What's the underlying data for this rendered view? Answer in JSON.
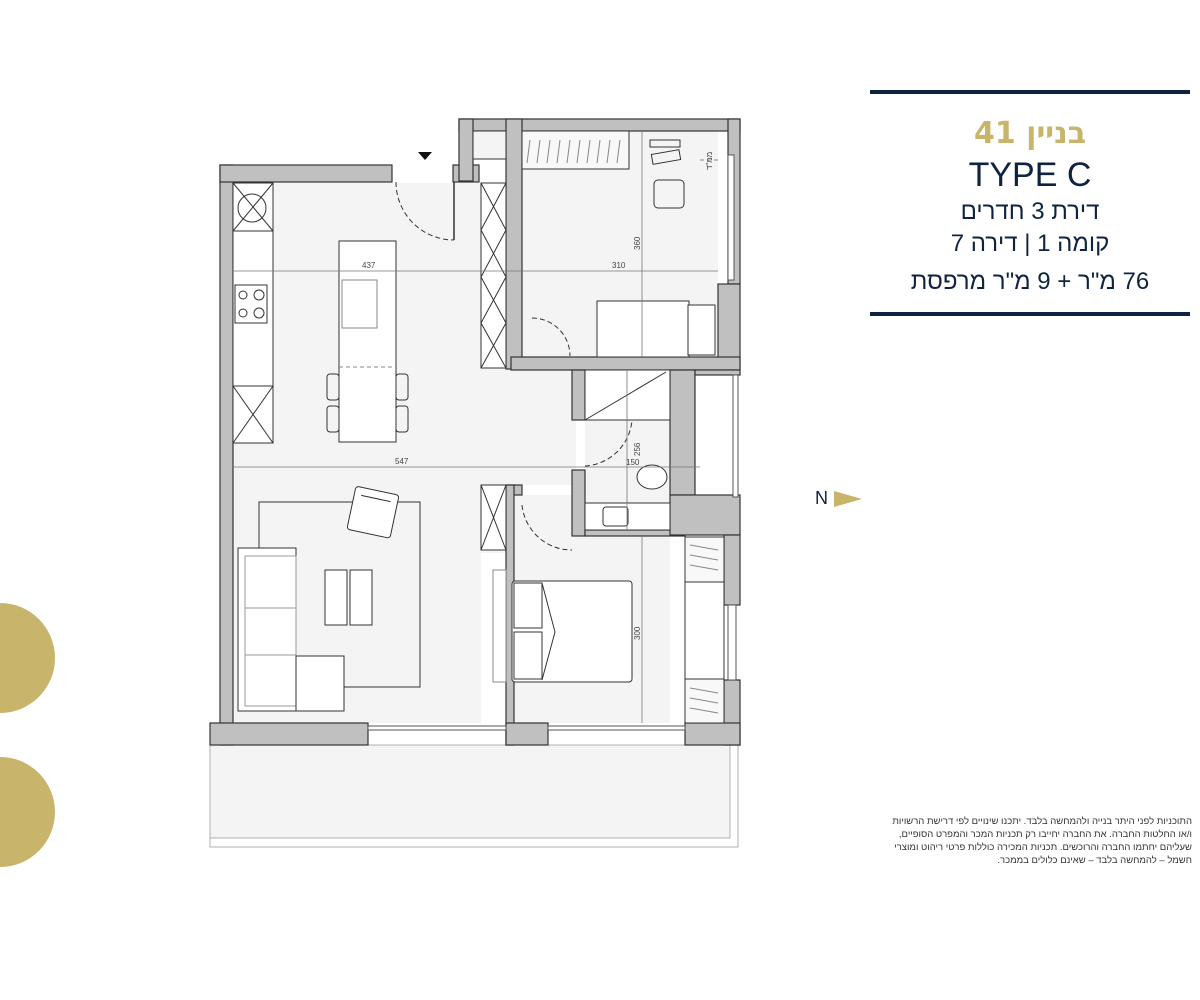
{
  "header": {
    "building": "בניין 41",
    "type": "TYPE C",
    "rooms": "דירת 3 חדרים",
    "floor_apartment": "קומה 1 | דירה 7",
    "area": "76 מ\"ר + 9 מ\"ר מרפסת"
  },
  "compass": {
    "letter": "N",
    "arrow_icon": "north-arrow-icon"
  },
  "dimensions": {
    "kitchen_width": "437",
    "living_width": "547",
    "bedroom1_width": "310",
    "bedroom1_depth": "360",
    "bathroom_width": "150",
    "bathroom_depth": "256",
    "master_depth": "300",
    "safe_room_label": "ממ\"ד"
  },
  "disclaimer": "התוכניות לפני היתר בנייה ולהמחשה בלבד. יתכנו שינויים לפי דרישת הרשויות ו/או החלטות החברה. את החברה יחייבו רק תכניות המכר והמפרט הסופיים, שעליהם יחתמו החברה והרוכשים. תכניות המכירה כוללות פרטי ריהוט ומוצרי חשמל – להמחשה בלבד – שאינם כלולים בממכר.",
  "colors": {
    "navy": "#0f2340",
    "gold": "#c8b46a",
    "wall": "#c0c0c0",
    "floor": "#f4f4f4"
  }
}
